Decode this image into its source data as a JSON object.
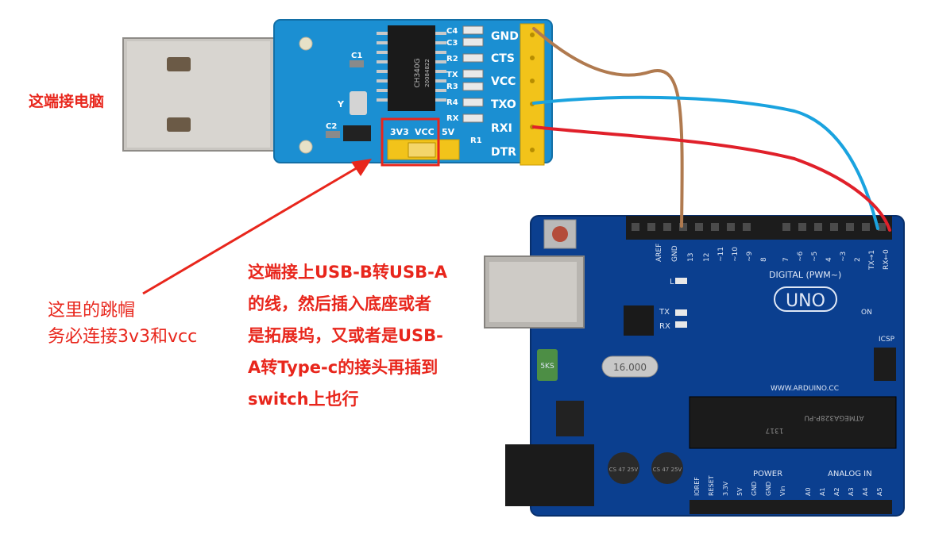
{
  "annotations": {
    "computer_end": "这端接电脑",
    "jumper_note": "这里的跳帽\n务必连接3v3和vcc",
    "usb_note": "这端接上USB-B转USB-A\n的线，然后插入底座或者\n是拓展坞，又或者是USB-\nA转Type-c的接头再插到\nswitch上也行"
  },
  "adapter": {
    "chip": "CH340G",
    "chip_code": "20084822",
    "pins": [
      "GND",
      "CTS",
      "VCC",
      "TXO",
      "RXI",
      "DTR"
    ],
    "side_labels": [
      "C4",
      "C3",
      "R2",
      "TX",
      "R3",
      "R4",
      "RX",
      "R1"
    ],
    "jumper_labels": [
      "3V3",
      "VCC",
      "5V"
    ],
    "c1": "C1",
    "c2": "C2",
    "y": "Y"
  },
  "wires": {
    "gnd_color": "#b07a4f",
    "txo_color": "#1aa3df",
    "rxi_color": "#e0202a"
  },
  "arduino": {
    "header_top": [
      "AREF",
      "GND",
      "13",
      "12",
      "~11",
      "~10",
      "~9",
      "8",
      "7",
      "~6",
      "~5",
      "4",
      "~3",
      "2",
      "TX→1",
      "RX←0"
    ],
    "digital_label": "DIGITAL (PWM~)",
    "logo": "UNO",
    "on_label": "ON",
    "icsp_label": "ICSP",
    "tx_label": "TX",
    "rx_label": "RX",
    "l_label": "L",
    "crystal": "16.000",
    "url": "WWW.ARDUINO.CC",
    "chip_text": "ATMEGA328P-PU",
    "chip_code": "1317",
    "capacitor": "CS 47 25V",
    "power_label": "POWER",
    "analog_label": "ANALOG IN",
    "power_pins": [
      "IOREF",
      "RESET",
      "3.3V",
      "5V",
      "GND",
      "GND",
      "Vin"
    ],
    "analog_pins": [
      "A0",
      "A1",
      "A2",
      "A3",
      "A4",
      "A5"
    ],
    "brand_5k": "5KS"
  }
}
